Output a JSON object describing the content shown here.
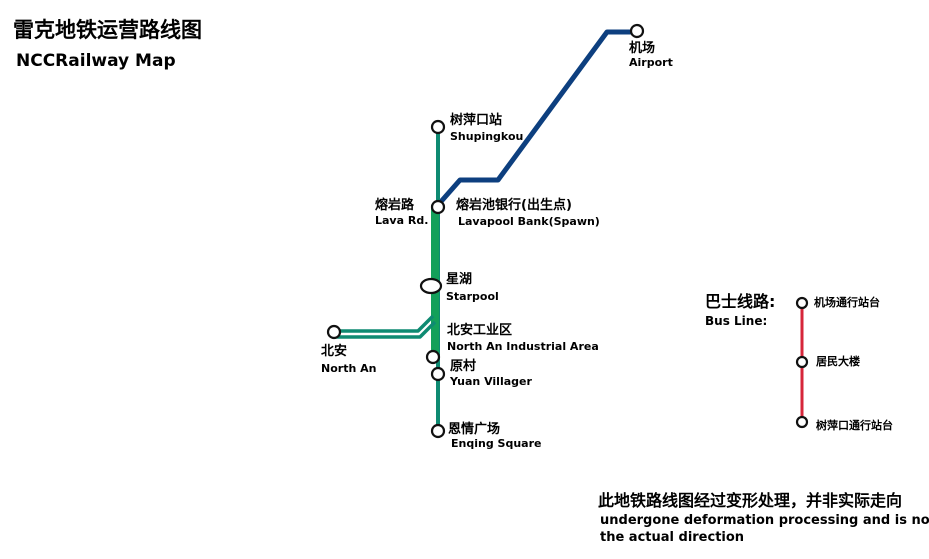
{
  "title": {
    "zh": "雷克地铁运营路线图",
    "en": "NCCRailway Map"
  },
  "colors": {
    "blue_line": "#0d3f7f",
    "green_line": "#0e8a72",
    "green_trunk": "#13a05a",
    "bus_line": "#d6263a",
    "station_stroke": "#111111",
    "station_fill": "#ffffff"
  },
  "stations": {
    "airport": {
      "zh": "机场",
      "en": "Airport"
    },
    "shupingkou": {
      "zh": "树萍口站",
      "en": "Shupingkou"
    },
    "lavapool_bank": {
      "zh": "熔岩池银行(出生点)",
      "en": "Lavapool Bank(Spawn)"
    },
    "lava_rd": {
      "zh": "熔岩路",
      "en": "Lava Rd."
    },
    "starpool": {
      "zh": "星湖",
      "en": "Starpool"
    },
    "north_an_industrial": {
      "zh": "北安工业区",
      "en": "North An Industrial Area"
    },
    "north_an": {
      "zh": "北安",
      "en": "North An"
    },
    "yuan_villager": {
      "zh": "原村",
      "en": "Yuan Villager"
    },
    "enqing_square": {
      "zh": "恩情广场",
      "en": "Enqing Square"
    }
  },
  "bus": {
    "title_zh": "巴士线路:",
    "title_en": "Bus Line:",
    "stops": [
      "机场通行站台",
      "居民大楼",
      "树萍口通行站台"
    ]
  },
  "note": {
    "zh": "此地铁路线图经过变形处理，并非实际走向",
    "en_line1": "undergone deformation processing and is not",
    "en_line2": "the actual direction"
  }
}
